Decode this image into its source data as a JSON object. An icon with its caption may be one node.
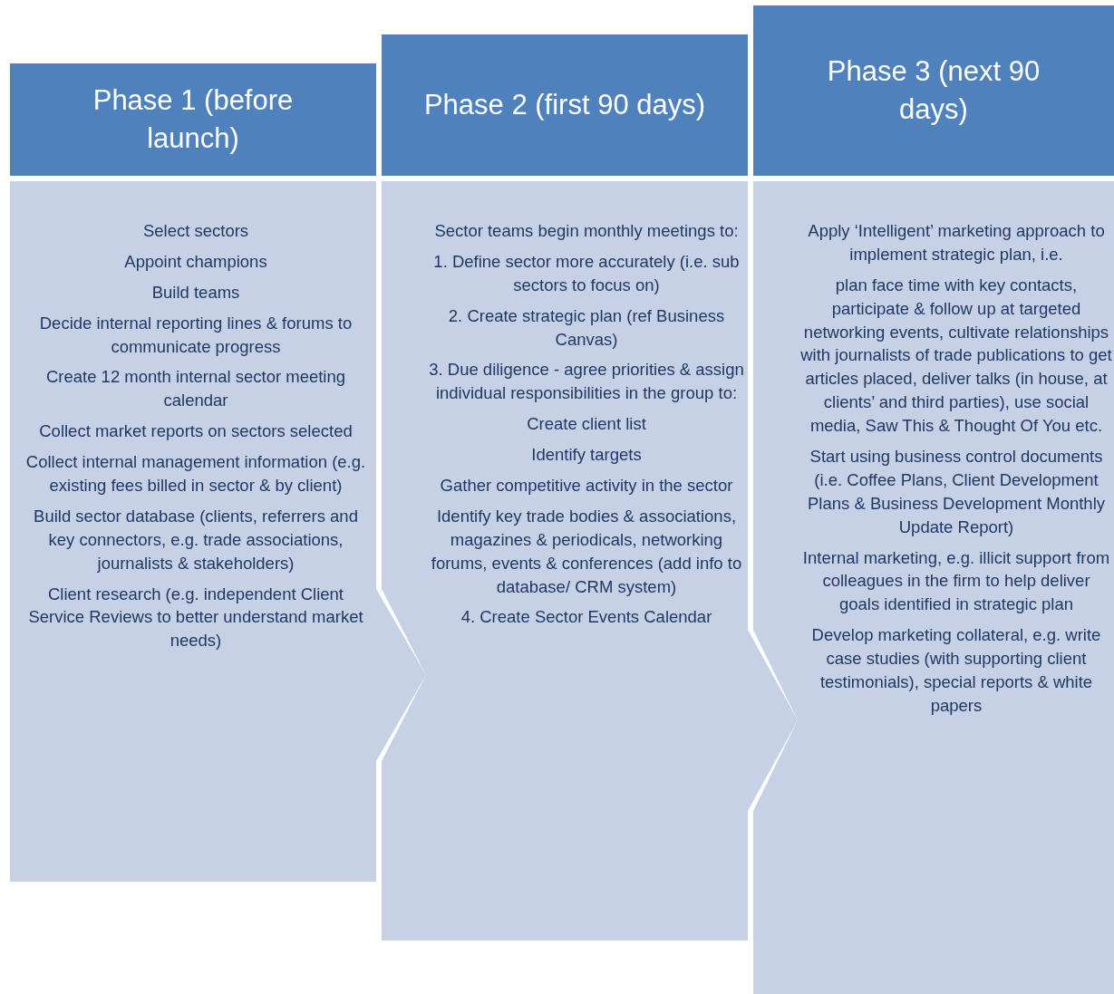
{
  "diagram": {
    "nodes": [
      {
        "text": [
          "Phase 1 (before launch)"
        ]
      },
      {
        "text": [
          "Phase 2 (first 90 days)"
        ]
      },
      {
        "text": [
          "Phase 3 (next 90 days)"
        ]
      },
      {
        "text": [
          "Select sectors",
          "Appoint champions",
          "Build teams",
          "Decide internal reporting lines & forums to communicate progress",
          "Create 12 month internal sector meeting calendar",
          "Collect market reports on sectors selected",
          "Collect internal management information (e.g. existing fees billed in sector & by client)",
          "Build sector database (clients, referrers and key connectors, e.g. trade associations, journalists & stakeholders)",
          "Client research (e.g. independent Client Service Reviews to better understand market needs)"
        ]
      },
      {
        "text": [
          "Sector teams begin monthly meetings to:",
          "1. Define sector more accurately (i.e. sub sectors to focus on)",
          "2. Create strategic plan (ref Business Canvas)",
          "3. Due diligence - agree priorities & assign individual responsibilities in the group to:",
          "Create client list",
          "Identify targets",
          "Gather competitive activity in the sector",
          "Identify key trade bodies & associations, magazines & periodicals, networking forums, events & conferences (add info to database/ CRM system)",
          "4. Create Sector Events Calendar"
        ]
      },
      {
        "text": [
          "Apply ‘Intelligent’ marketing approach to implement strategic plan, i.e.",
          "plan face time with key contacts, participate & follow up at targeted networking events, cultivate relationships with journalists of trade publications to get articles placed, deliver talks (in house, at clients’ and third parties), use social media, Saw This & Thought Of You etc.",
          "Start using business control documents (i.e. Coffee Plans, Client Development Plans & Business Development Monthly Update Report)",
          "Internal marketing, e.g. illicit support from colleagues in the firm to help deliver goals identified in strategic plan",
          "Develop marketing collateral, e.g. write case studies (with supporting client testimonials), special reports & white papers"
        ]
      }
    ]
  }
}
